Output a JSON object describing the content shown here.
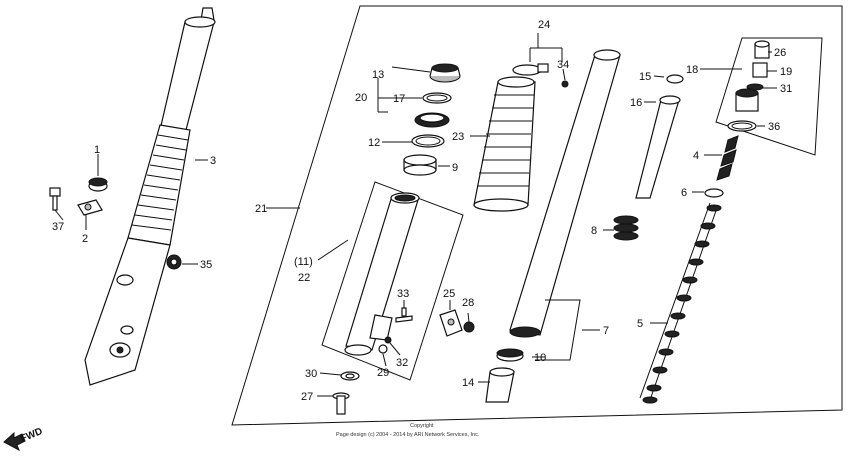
{
  "callouts": {
    "c1": "1",
    "c2": "2",
    "c3": "3",
    "c4": "4",
    "c5": "5",
    "c6": "6",
    "c7": "7",
    "c8": "8",
    "c9": "9",
    "c10": "10",
    "c12": "12",
    "c13": "13",
    "c14": "14",
    "c15": "15",
    "c16": "16",
    "c17": "17",
    "c18": "18",
    "c19": "19",
    "c20": "20",
    "c21": "21",
    "c22": "22",
    "c22b": "(11)",
    "c23": "23",
    "c24": "24",
    "c25": "25",
    "c26": "26",
    "c27": "27",
    "c28": "28",
    "c29": "29",
    "c30": "30",
    "c31": "31",
    "c32": "32",
    "c33": "33",
    "c34": "34",
    "c35": "35",
    "c36": "36",
    "c37": "37"
  },
  "fwd_label": "FWD",
  "copyright": {
    "line1": "Copyright",
    "line2": "Page design (c) 2004 - 2014 by ARI Network Services, Inc."
  }
}
